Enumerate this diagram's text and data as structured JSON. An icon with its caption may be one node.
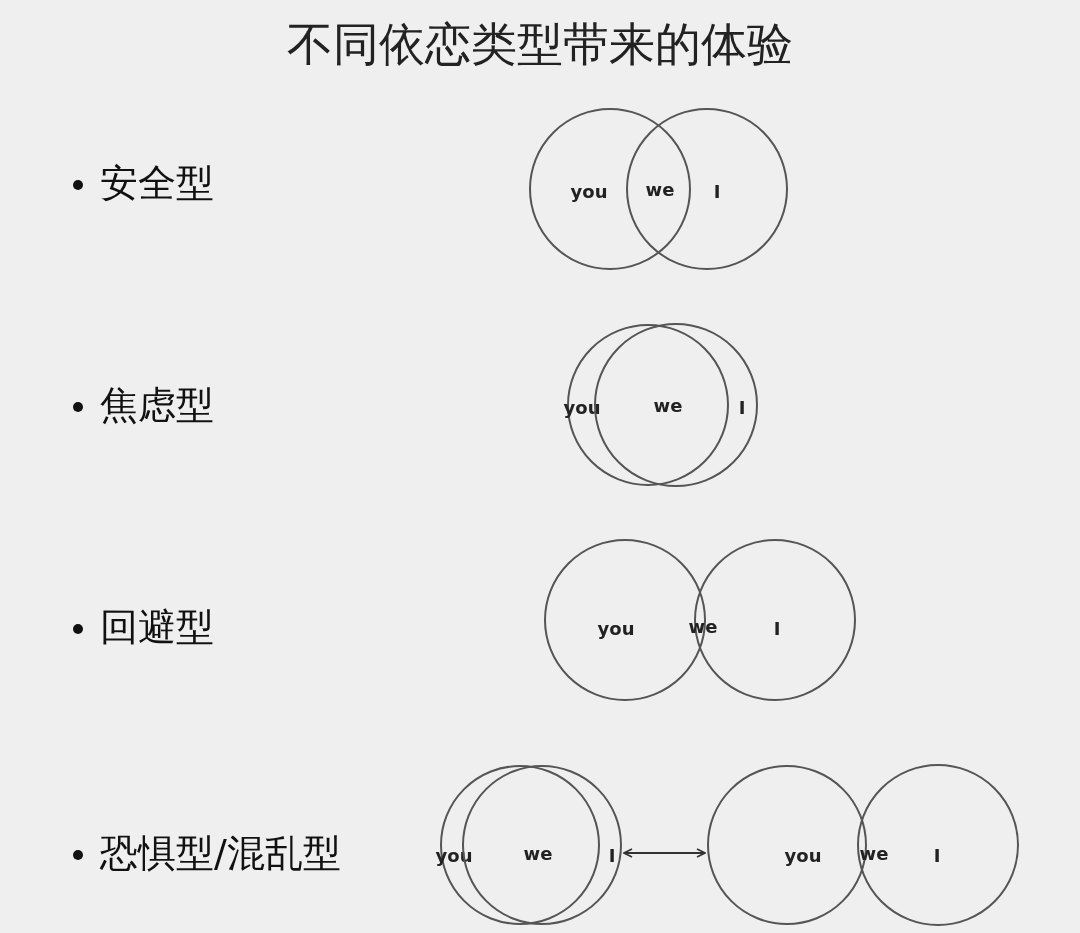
{
  "diagram": {
    "title": "不同依恋类型带来的体验",
    "nodes": [
      {
        "text": [
          "you"
        ]
      },
      {
        "text": [
          "I"
        ]
      },
      {
        "text": [
          "you"
        ]
      },
      {
        "text": [
          "I"
        ]
      },
      {
        "text": [
          "you"
        ]
      },
      {
        "text": [
          "I"
        ]
      },
      {
        "text": [
          "you"
        ]
      },
      {
        "text": [
          "I"
        ]
      },
      {
        "text": [
          "you"
        ]
      },
      {
        "text": [
          "I"
        ]
      }
    ],
    "edges": [
      {
        "from": 7,
        "to": 8,
        "arrow": "both"
      }
    ],
    "labels": [
      "安全型",
      "we",
      "焦虑型",
      "we",
      "回避型",
      "we",
      "恐惧型/混乱型",
      "we",
      "we"
    ]
  }
}
